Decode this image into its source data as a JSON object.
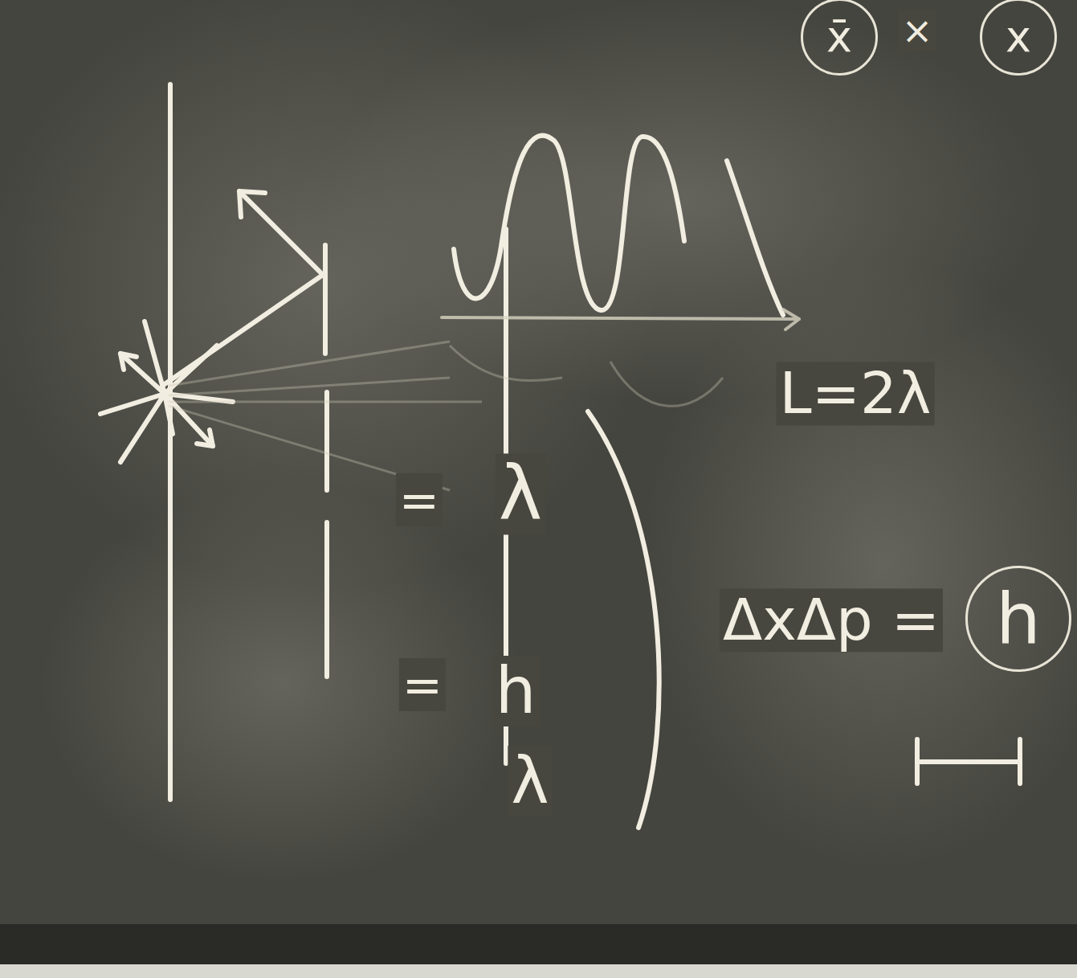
{
  "diagram": {
    "nodes": [
      {
        "text": [
          "x̄"
        ]
      },
      {
        "text": [
          "x"
        ]
      },
      {
        "text": [
          "h"
        ]
      }
    ],
    "labels": [
      "×",
      "L=2λ",
      "=",
      "λ",
      "=",
      "h",
      "λ",
      "ΔxΔp ="
    ]
  }
}
